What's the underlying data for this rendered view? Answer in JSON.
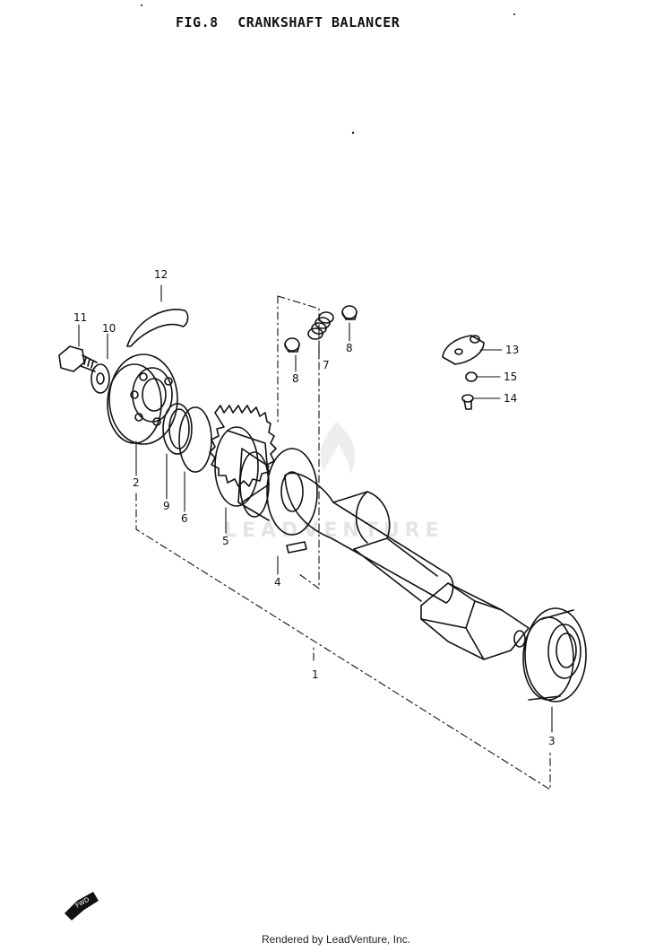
{
  "header": {
    "fig_label": "FIG.8",
    "title": "CRANKSHAFT BALANCER"
  },
  "callouts": [
    {
      "id": "c1",
      "label": "1"
    },
    {
      "id": "c2",
      "label": "2"
    },
    {
      "id": "c3",
      "label": "3"
    },
    {
      "id": "c4",
      "label": "4"
    },
    {
      "id": "c5",
      "label": "5"
    },
    {
      "id": "c6",
      "label": "6"
    },
    {
      "id": "c7",
      "label": "7"
    },
    {
      "id": "c8a",
      "label": "8"
    },
    {
      "id": "c8b",
      "label": "8"
    },
    {
      "id": "c9",
      "label": "9"
    },
    {
      "id": "c10",
      "label": "10"
    },
    {
      "id": "c11",
      "label": "11"
    },
    {
      "id": "c12",
      "label": "12"
    },
    {
      "id": "c13",
      "label": "13"
    },
    {
      "id": "c14",
      "label": "14"
    },
    {
      "id": "c15",
      "label": "15"
    }
  ],
  "watermark": "LEADVENTURE",
  "direction_arrow_label": "FWD",
  "footer": "Rendered by LeadVenture, Inc.",
  "colors": {
    "line": "#111111",
    "watermark": "#e4e4e4"
  }
}
